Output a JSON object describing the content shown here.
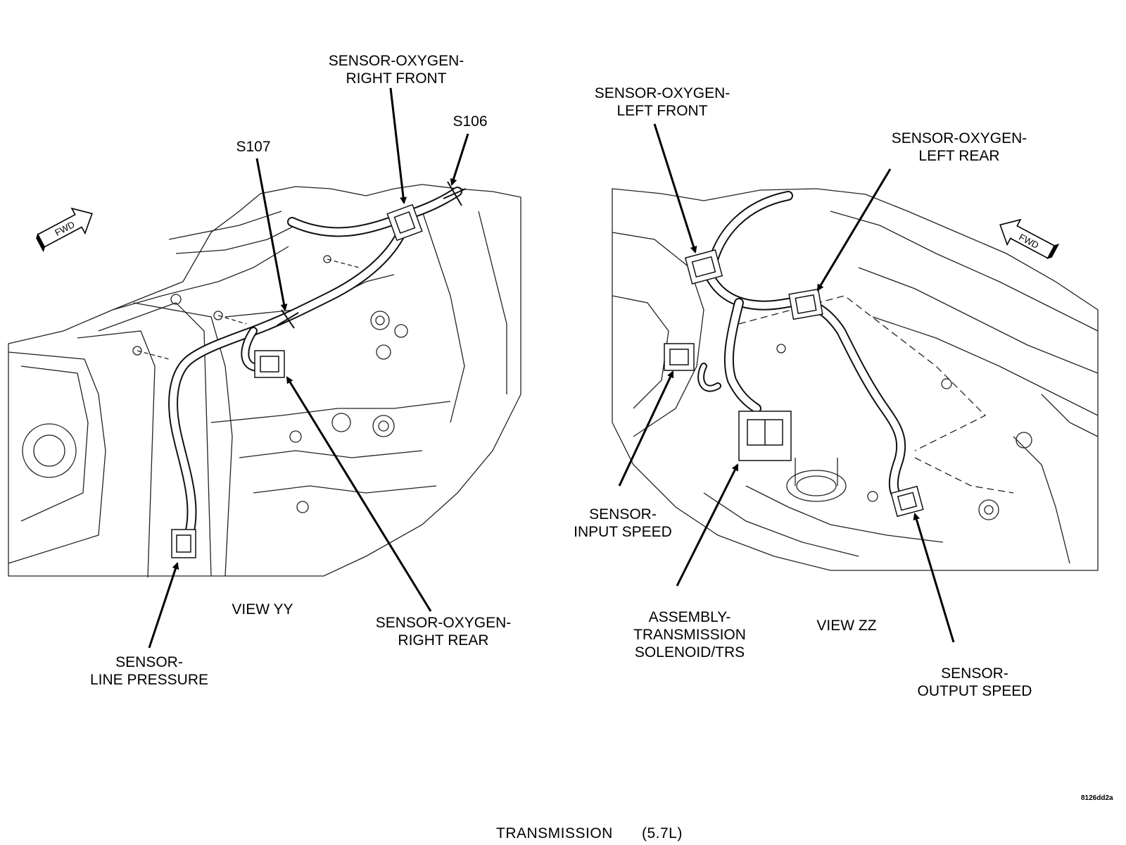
{
  "view_yy": {
    "view_label": "VIEW YY",
    "fwd_arrow_text": "FWD",
    "callouts": {
      "o2_right_front": [
        "SENSOR-OXYGEN-",
        "RIGHT FRONT"
      ],
      "splice_s107": "S107",
      "splice_s106": "S106",
      "o2_right_rear": [
        "SENSOR-OXYGEN-",
        "RIGHT REAR"
      ],
      "line_pressure": [
        "SENSOR-",
        "LINE PRESSURE"
      ]
    }
  },
  "view_zz": {
    "view_label": "VIEW ZZ",
    "fwd_arrow_text": "FWD",
    "callouts": {
      "o2_left_front": [
        "SENSOR-OXYGEN-",
        "LEFT FRONT"
      ],
      "o2_left_rear": [
        "SENSOR-OXYGEN-",
        "LEFT REAR"
      ],
      "input_speed": [
        "SENSOR-",
        "INPUT SPEED"
      ],
      "solenoid_trs": [
        "ASSEMBLY-",
        "TRANSMISSION",
        "SOLENOID/TRS"
      ],
      "output_speed": [
        "SENSOR-",
        "OUTPUT SPEED"
      ]
    }
  },
  "figure_ref": "8126dd2a",
  "caption": {
    "title": "TRANSMISSION",
    "engine": "(5.7L)"
  }
}
